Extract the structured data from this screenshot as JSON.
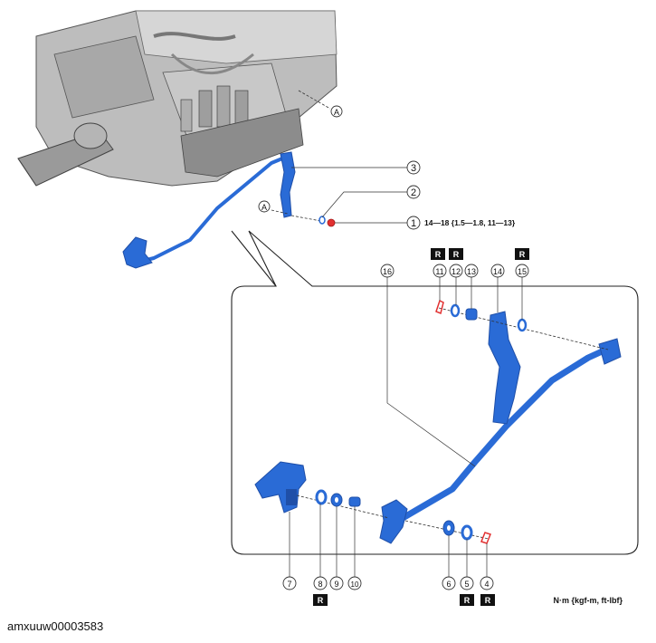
{
  "diagram": {
    "callouts": [
      "1",
      "2",
      "3",
      "4",
      "5",
      "6",
      "7",
      "8",
      "9",
      "10",
      "11",
      "12",
      "13",
      "14",
      "15",
      "16"
    ],
    "ref_label": "A",
    "badge": "R",
    "torque_spec": "14—18 {1.5—1.8, 11—13}",
    "units_note": "N·m {kgf-m, ft-lbf}",
    "image_id": "amxuuw00003583"
  },
  "colors": {
    "part_blue": "#2a6bd6",
    "part_dark": "#1f4fa8",
    "nut_red": "#e23030",
    "engine_gray": "#9a9a9a"
  }
}
